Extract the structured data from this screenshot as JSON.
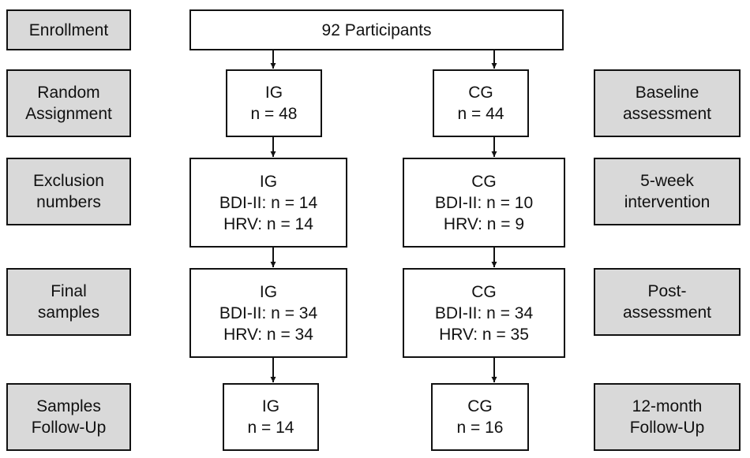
{
  "colors": {
    "label_fill": "#d9d9d9",
    "node_fill": "#ffffff",
    "stroke": "#111111"
  },
  "left_labels": {
    "enrollment": [
      "Enrollment"
    ],
    "random_assignment": [
      "Random",
      "Assignment"
    ],
    "exclusion_numbers": [
      "Exclusion",
      "numbers"
    ],
    "final_samples": [
      "Final",
      "samples"
    ],
    "samples_follow_up": [
      "Samples",
      "Follow-Up"
    ]
  },
  "right_labels": {
    "baseline": [
      "Baseline",
      "assessment"
    ],
    "intervention": [
      "5-week",
      "intervention"
    ],
    "post": [
      "Post-",
      "assessment"
    ],
    "follow_up": [
      "12-month",
      "Follow-Up"
    ]
  },
  "nodes": {
    "participants": [
      "92 Participants"
    ],
    "ig_random": [
      "IG",
      "n = 48"
    ],
    "cg_random": [
      "CG",
      "n = 44"
    ],
    "ig_exclusion": [
      "IG",
      "BDI-II: n = 14",
      "HRV: n = 14"
    ],
    "cg_exclusion": [
      "CG",
      "BDI-II: n = 10",
      "HRV: n = 9"
    ],
    "ig_final": [
      "IG",
      "BDI-II: n = 34",
      "HRV: n = 34"
    ],
    "cg_final": [
      "CG",
      "BDI-II: n = 34",
      "HRV: n = 35"
    ],
    "ig_follow": [
      "IG",
      "n = 14"
    ],
    "cg_follow": [
      "CG",
      "n = 16"
    ]
  }
}
